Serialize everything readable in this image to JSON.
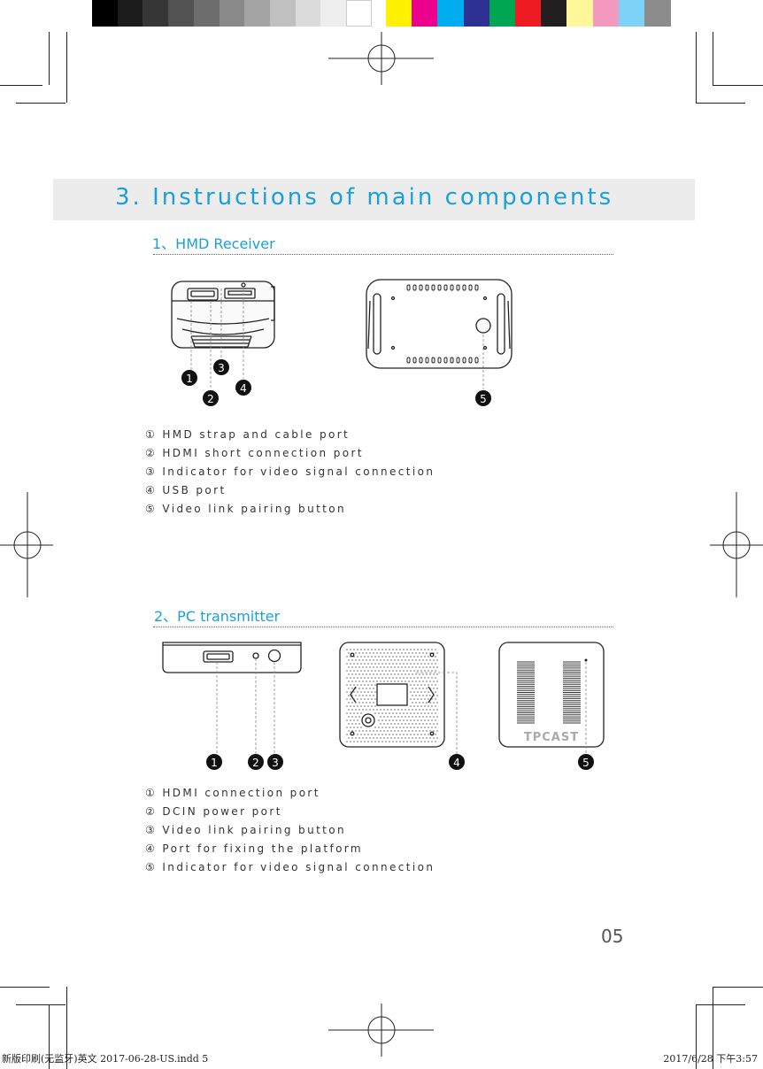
{
  "colors": {
    "accent": "#1aa0d8",
    "swatches_gray": [
      "#000000",
      "#1b1b1b",
      "#363636",
      "#525252",
      "#6d6d6d",
      "#898989",
      "#a4a4a4",
      "#c0c0c0",
      "#dbdbdb",
      "#eeeeee",
      "#ffffff"
    ],
    "swatches_color": [
      "#fff200",
      "#ec008c",
      "#00aeef",
      "#2e3192",
      "#00a651",
      "#ed1c24",
      "#231f20",
      "#fff799",
      "#f49ac1",
      "#7dd3f7",
      "#8c8c8c"
    ]
  },
  "section_title": "3. Instructions of main components",
  "receiver": {
    "heading": "1、HMD Receiver",
    "callouts": [
      "1",
      "2",
      "3",
      "4",
      "5"
    ],
    "items": [
      "① HMD strap and cable  port",
      "② HDMI short connection port",
      "③ Indicator for video signal connection",
      "④ USB port",
      "⑤ Video link pairing button"
    ]
  },
  "transmitter": {
    "heading": "2、PC transmitter",
    "callouts": [
      "1",
      "2",
      "3",
      "4",
      "5"
    ],
    "brand_logo": "TPCAST",
    "items": [
      "① HDMI connection port",
      "② DCIN power port",
      "③ Video link pairing button",
      "④ Port for fixing the platform",
      "⑤ Indicator for video signal connection"
    ]
  },
  "page_number": "05",
  "footer": {
    "left": "新版印刷(无监牙)英文 2017-06-28-US.indd  5",
    "right": "2017/6/28  下午3:57"
  }
}
